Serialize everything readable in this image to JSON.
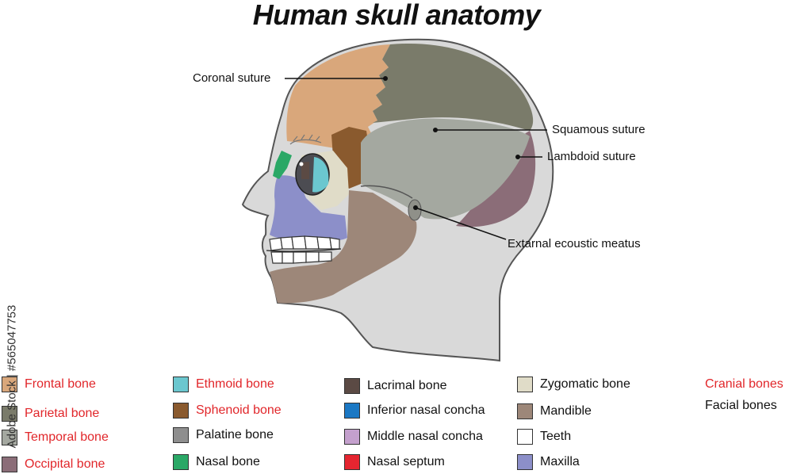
{
  "title": "Human skull anatomy",
  "callouts": {
    "coronal": "Coronal suture",
    "squamous": "Squamous suture",
    "lambdoid": "Lambdoid suture",
    "meatus": "Extarnal ecoustic meatus"
  },
  "legend": [
    {
      "label": "Frontal bone",
      "color": "#d9a77b",
      "category": "cranial"
    },
    {
      "label": "Parietal bone",
      "color": "#7a7b6a",
      "category": "cranial"
    },
    {
      "label": "Temporal bone",
      "color": "#a4a8a0",
      "category": "cranial"
    },
    {
      "label": "Occipital bone",
      "color": "#8b6d78",
      "category": "cranial"
    },
    {
      "label": "Ethmoid bone",
      "color": "#6bc7cf",
      "category": "cranial"
    },
    {
      "label": "Sphenoid bone",
      "color": "#8a5a2e",
      "category": "cranial"
    },
    {
      "label": "Palatine bone",
      "color": "#8e8e8e",
      "category": "facial"
    },
    {
      "label": "Nasal bone",
      "color": "#2aa866",
      "category": "facial"
    },
    {
      "label": "Lacrimal bone",
      "color": "#5b4a44",
      "category": "facial"
    },
    {
      "label": "Inferior nasal concha",
      "color": "#1b78c4",
      "category": "facial"
    },
    {
      "label": "Middle nasal concha",
      "color": "#c4a0cd",
      "category": "facial"
    },
    {
      "label": "Nasal septum",
      "color": "#e52530",
      "category": "facial"
    },
    {
      "label": "Zygomatic bone",
      "color": "#e0dcc8",
      "category": "facial"
    },
    {
      "label": "Mandible",
      "color": "#9d8779",
      "category": "facial"
    },
    {
      "label": "Teeth",
      "color": "#ffffff",
      "category": "facial"
    },
    {
      "label": "Maxilla",
      "color": "#8c8fc9",
      "category": "facial"
    }
  ],
  "key": {
    "cranial": "Cranial bones",
    "facial": "Facial bones",
    "cranial_color": "#e1262a",
    "facial_color": "#111111"
  },
  "colors": {
    "head": "#d9d9d9",
    "head_outline": "#555555",
    "line": "#111111"
  },
  "watermark": "Adobe Stock | #565047753"
}
